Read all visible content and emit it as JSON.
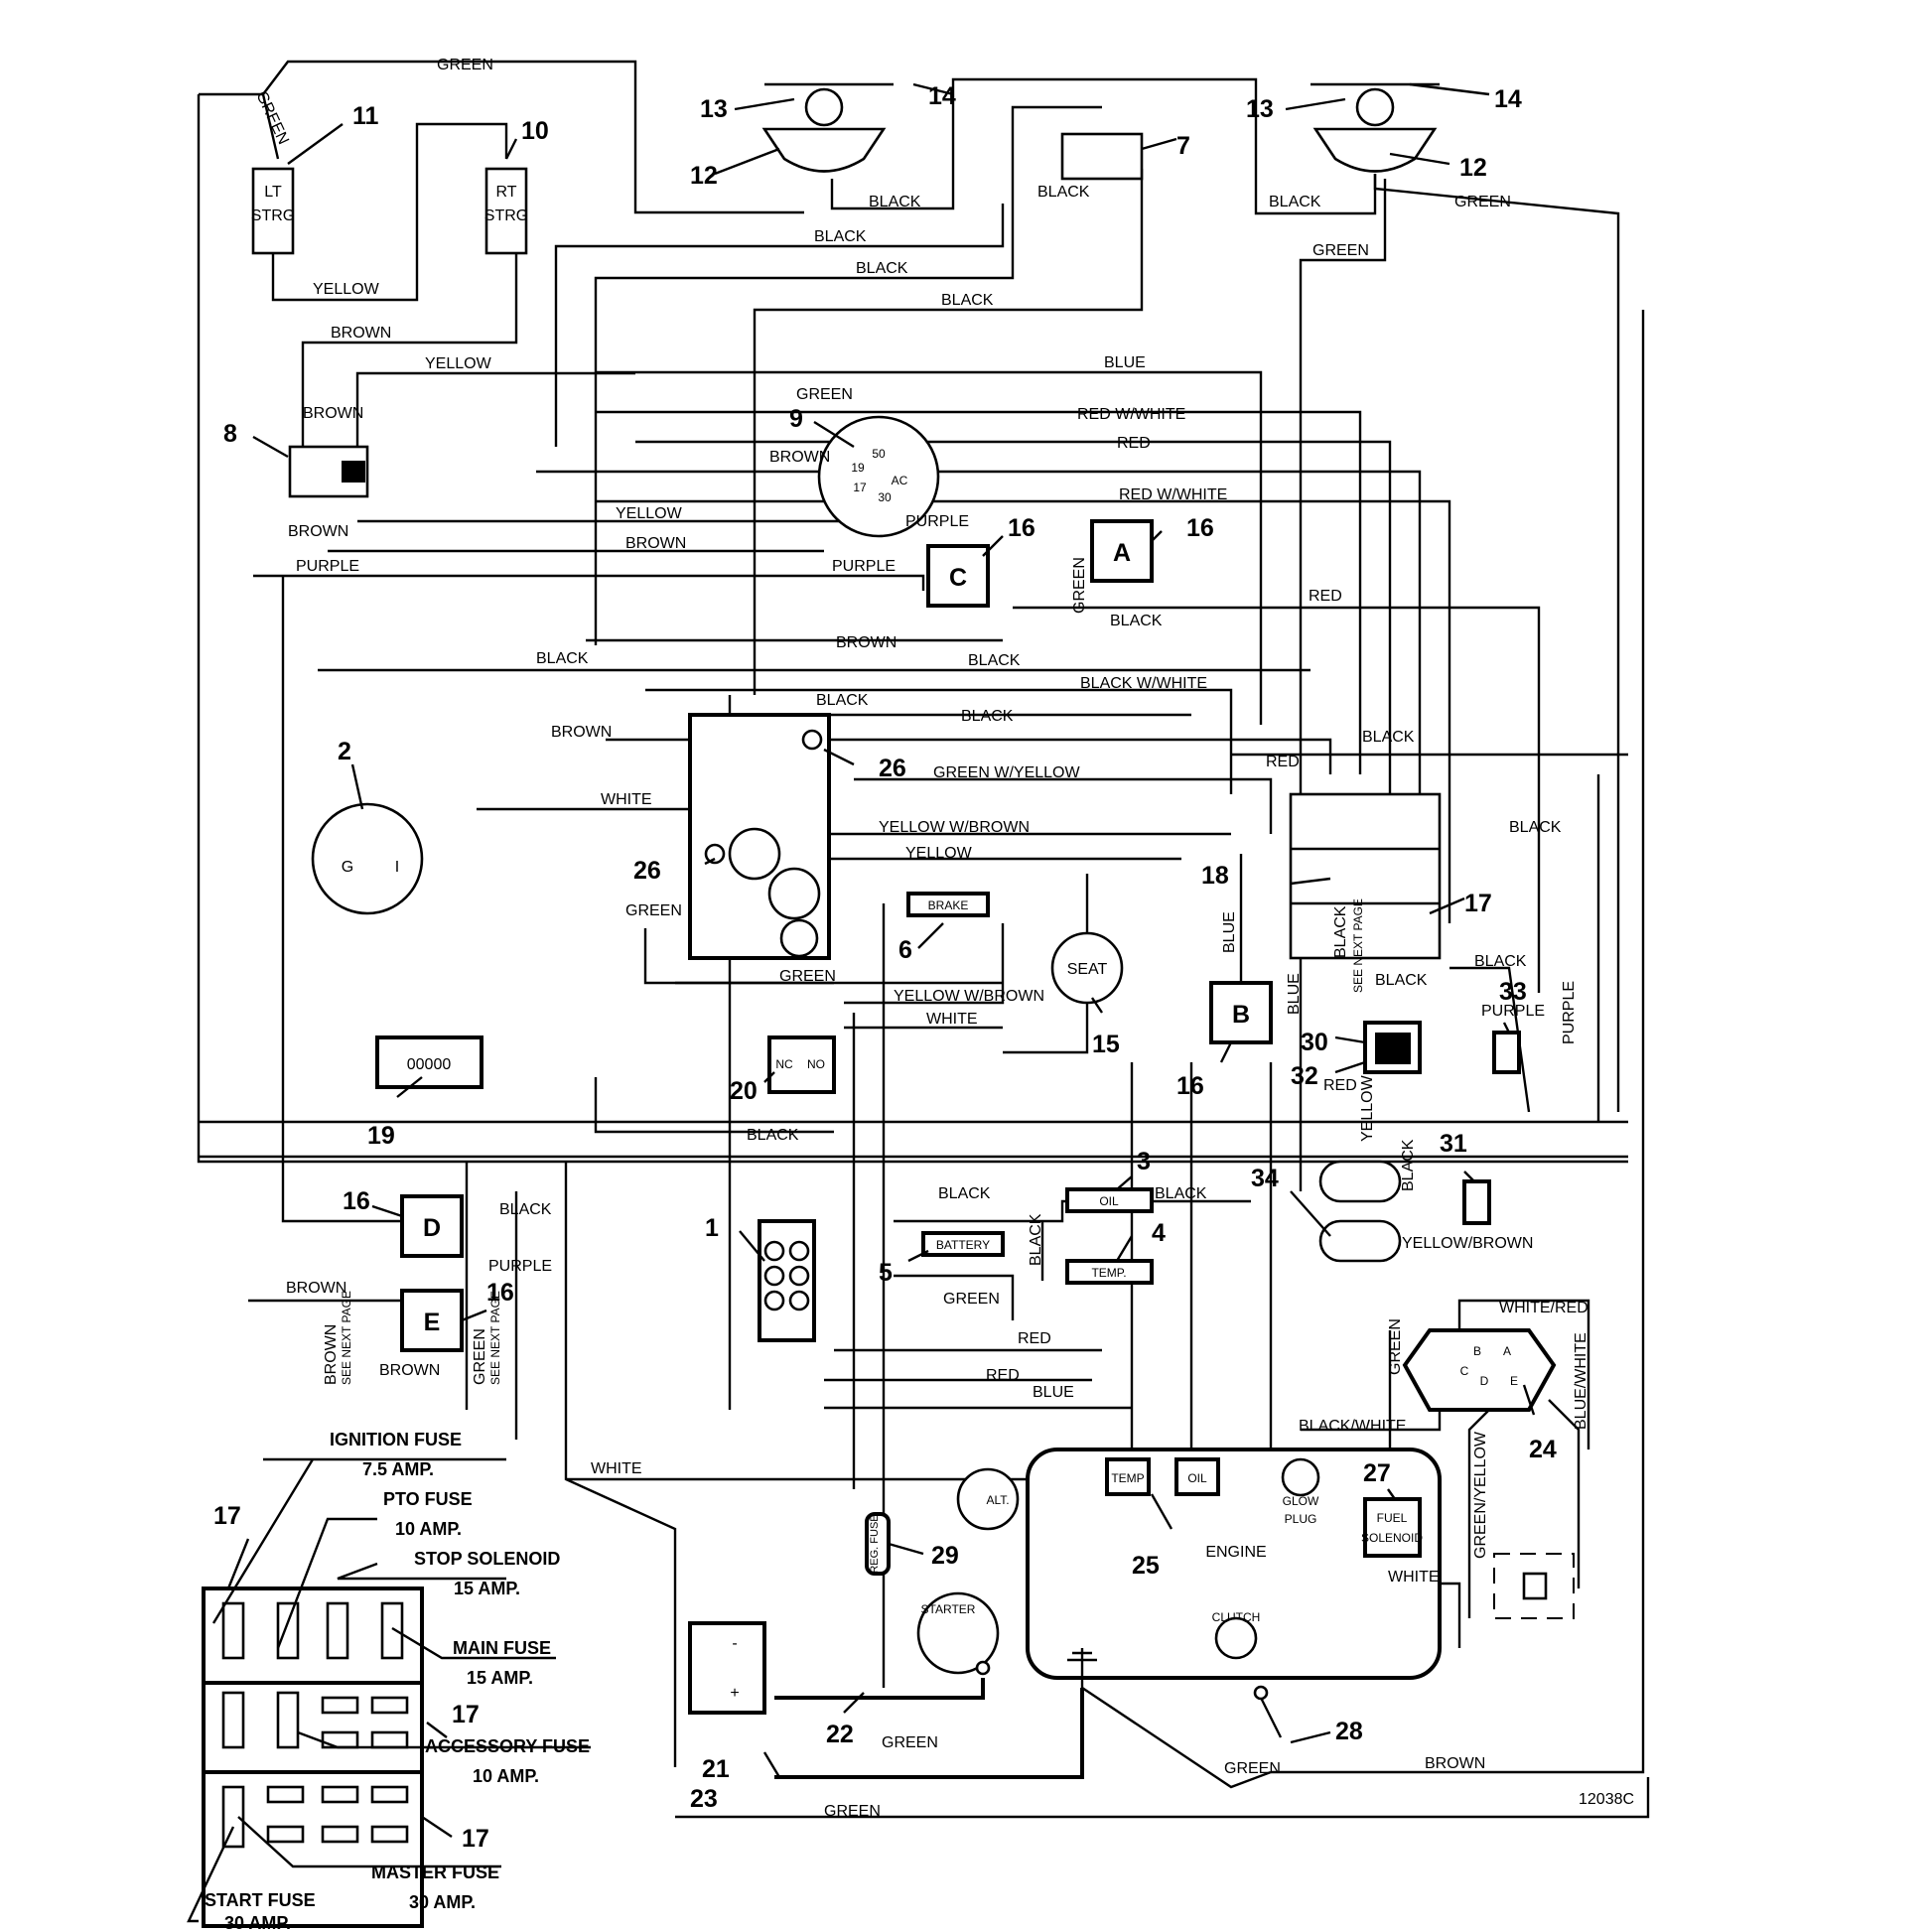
{
  "diagram_id": "12038C",
  "component_numbers": {
    "c1": "1",
    "c2": "2",
    "c3": "3",
    "c4": "4",
    "c5": "5",
    "c6": "6",
    "c7": "7",
    "c8": "8",
    "c9": "9",
    "c10": "10",
    "c11": "11",
    "c12a": "12",
    "c12b": "12",
    "c13a": "13",
    "c13b": "13",
    "c14a": "14",
    "c14b": "14",
    "c15": "15",
    "c16_c": "16",
    "c16_a": "16",
    "c16_b": "16",
    "c16_d": "16",
    "c16_e": "16",
    "c17a": "17",
    "c17b": "17",
    "c17c": "17",
    "c17d": "17",
    "c18": "18",
    "c19": "19",
    "c20": "20",
    "c21": "21",
    "c22": "22",
    "c23": "23",
    "c24": "24",
    "c25": "25",
    "c26a": "26",
    "c26b": "26",
    "c27": "27",
    "c28": "28",
    "c29": "29",
    "c30": "30",
    "c31": "31",
    "c32": "32",
    "c33": "33",
    "c34": "34"
  },
  "component_labels": {
    "lt_strg_1": "LT",
    "lt_strg_2": "STRG",
    "rt_strg_1": "RT",
    "rt_strg_2": "STRG",
    "relay_c": "C",
    "relay_a": "A",
    "relay_b": "B",
    "relay_d": "D",
    "relay_e": "E",
    "seat": "SEAT",
    "brake": "BRAKE",
    "oil_sender": "OIL",
    "temp_sender": "TEMP.",
    "battery_conn": "BATTERY",
    "hour_meter": "00000",
    "nc": "NC",
    "no": "NO",
    "key_50": "50",
    "key_19": "19",
    "key_17": "17",
    "key_30": "30",
    "key_ac": "AC",
    "g": "G",
    "l": "I",
    "engine": "ENGINE",
    "temp": "TEMP",
    "oil": "OIL",
    "glow_1": "GLOW",
    "glow_2": "PLUG",
    "fuel_1": "FUEL",
    "fuel_2": "SOLENOID",
    "alt": "ALT.",
    "starter": "STARTER",
    "clutch": "CLUTCH",
    "reg_fuse": "REG. FUSE",
    "minus": "-",
    "plus": "+",
    "reg_b": "B",
    "reg_a": "A",
    "reg_c": "C",
    "reg_d": "D",
    "reg_e": "E"
  },
  "wire_labels": {
    "green_top": "GREEN",
    "green_diag": "GREEN",
    "yellow_strg": "YELLOW",
    "brown_top": "BROWN",
    "yellow_top": "YELLOW",
    "brown_8a": "BROWN",
    "brown_8b": "BROWN",
    "black_lamp": "BLACK",
    "black_7": "BLACK",
    "black_1": "BLACK",
    "black_2": "BLACK",
    "black_3": "BLACK",
    "black_lamp_r": "BLACK",
    "green_lamp_r": "GREEN",
    "green_r2": "GREEN",
    "blue_top": "BLUE",
    "green_9": "GREEN",
    "red_white_1": "RED W/WHITE",
    "red_1": "RED",
    "brown_9": "BROWN",
    "red_white_2": "RED W/WHITE",
    "yellow_mid": "YELLOW",
    "brown_mid": "BROWN",
    "purple_16": "PURPLE",
    "purple_mid": "PURPLE",
    "purple_left": "PURPLE",
    "green_16a": "GREEN",
    "black_16a": "BLACK",
    "red_right": "RED",
    "brown_26": "BROWN",
    "black_left": "BLACK",
    "black_mid": "BLACK",
    "black_white": "BLACK W/WHITE",
    "black_26": "BLACK",
    "black_26b": "BLACK",
    "brown_left": "BROWN",
    "black_18": "BLACK",
    "red_18": "RED",
    "black_18b": "BLACK",
    "green_w_yellow": "GREEN W/YELLOW",
    "white_26": "WHITE",
    "yellow_w_brown": "YELLOW W/BROWN",
    "yellow_26": "YELLOW",
    "green_26": "GREEN",
    "green_brake": "GREEN",
    "yellow_w_brown_2": "YELLOW W/BROWN",
    "white_20": "WHITE",
    "black_20": "BLACK",
    "blue_16b": "BLUE",
    "blue_16b_2": "BLUE",
    "black_17": "BLACK",
    "black_17b": "BLACK",
    "see_next_page": "SEE NEXT PAGE",
    "black_vert": "BLACK",
    "purple_33": "PURPLE",
    "purple_right": "PURPLE",
    "red_32": "RED",
    "yellow_32": "YELLOW",
    "black_32": "BLACK",
    "yellow_brown_34": "YELLOW/BROWN",
    "black_d": "BLACK",
    "purple_d": "PURPLE",
    "brown_e": "BROWN",
    "brown_e2": "BROWN",
    "brown_see": "BROWN",
    "green_see": "GREEN",
    "black_5": "BLACK",
    "black_5v": "BLACK",
    "green_5": "GREEN",
    "red_lower_1": "RED",
    "red_lower_2": "RED",
    "blue_lower": "BLUE",
    "white_lower": "WHITE",
    "green_24": "GREEN",
    "white_red": "WHITE/RED",
    "black_white_24": "BLACK/WHITE",
    "blue_white": "BLUE/WHITE",
    "green_yellow": "GREEN/YELLOW",
    "white_27": "WHITE",
    "green_22": "GREEN",
    "green_28": "GREEN",
    "brown_28": "BROWN",
    "green_bottom": "GREEN"
  },
  "fuses": {
    "ignition_name": "IGNITION FUSE",
    "ignition_rating": "7.5 AMP.",
    "pto_name": "PTO FUSE",
    "pto_rating": "10 AMP.",
    "stop_name": "STOP SOLENOID",
    "stop_rating": "15 AMP.",
    "main_name": "MAIN FUSE",
    "main_rating": "15 AMP.",
    "accessory_name": "ACCESSORY FUSE",
    "accessory_rating": "10 AMP.",
    "master_name": "MASTER FUSE",
    "master_rating": "30 AMP.",
    "start_name": "START FUSE",
    "start_rating": "30 AMP."
  }
}
